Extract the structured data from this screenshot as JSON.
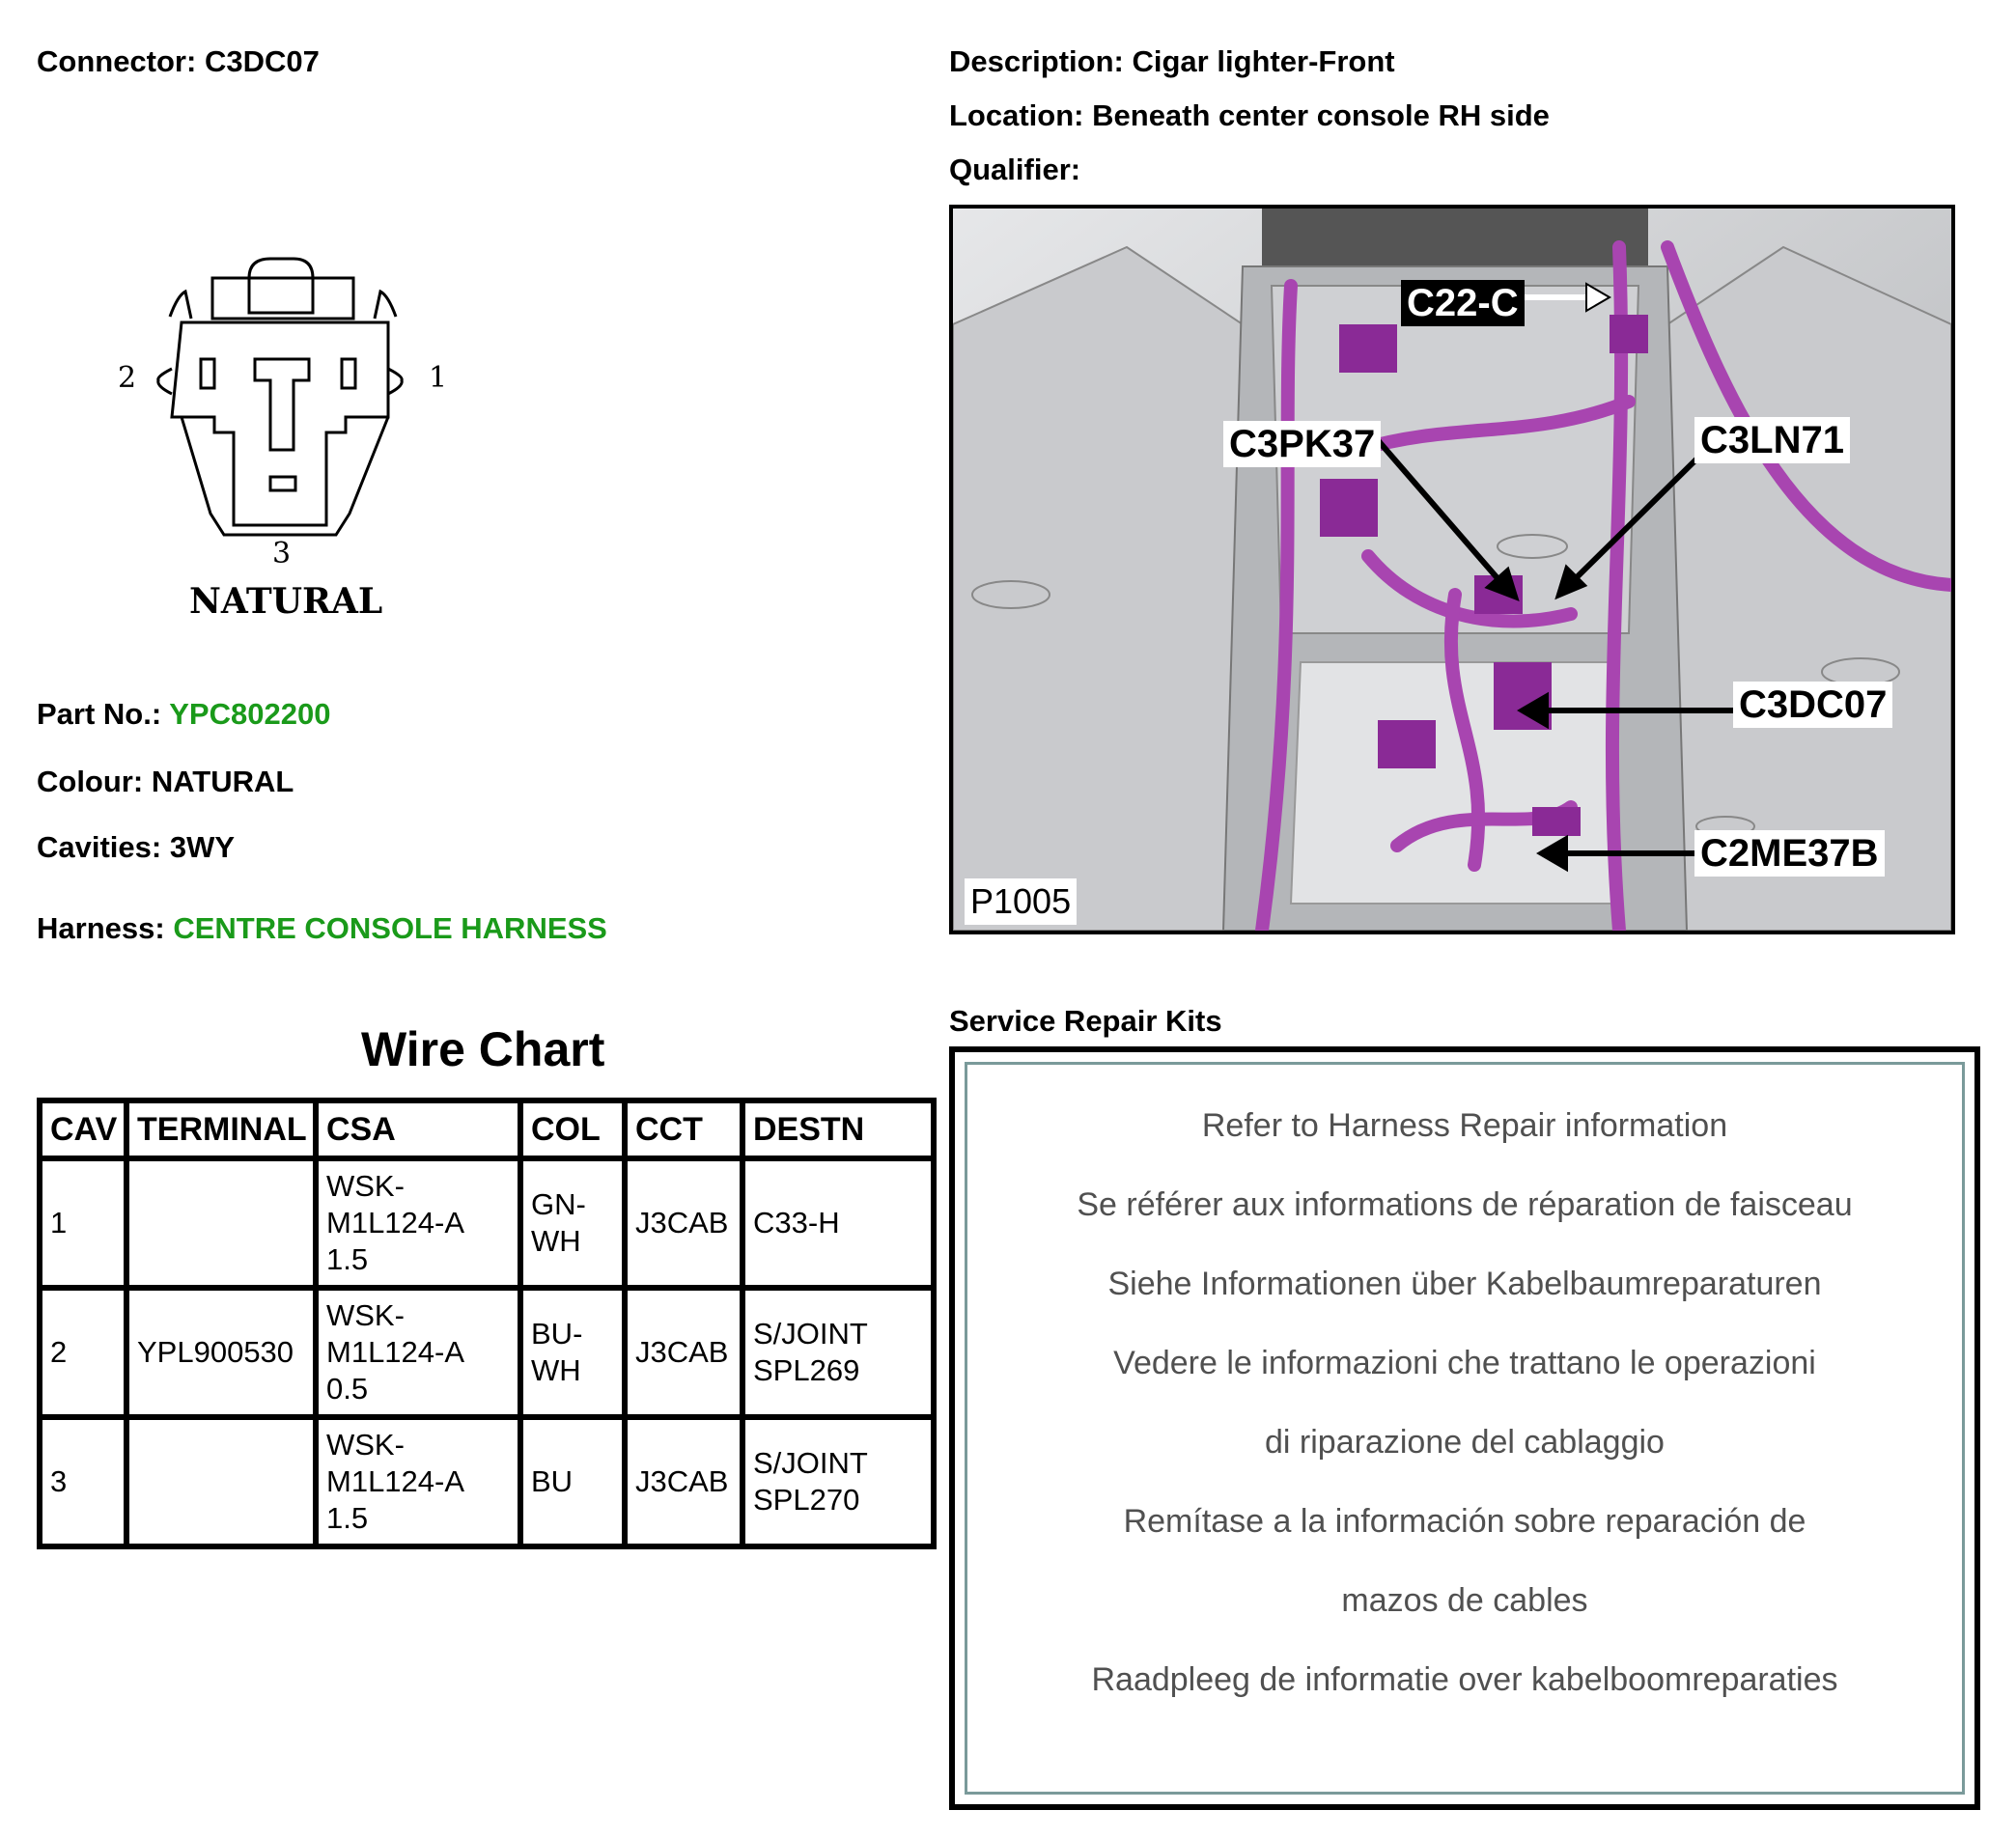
{
  "connector": {
    "label": "Connector:",
    "value": "C3DC07"
  },
  "description": {
    "label": "Description:",
    "value": "Cigar lighter-Front"
  },
  "location": {
    "label": "Location:",
    "value": "Beneath center console RH side"
  },
  "qualifier": {
    "label": "Qualifier:",
    "value": ""
  },
  "diagram": {
    "pin_1": "1",
    "pin_2": "2",
    "pin_3": "3",
    "colour_label": "NATURAL"
  },
  "part_no": {
    "label": "Part No.:",
    "value": "YPC802200"
  },
  "colour": {
    "label": "Colour:",
    "value": "NATURAL"
  },
  "cavities": {
    "label": "Cavities:",
    "value": "3WY"
  },
  "harness": {
    "label": "Harness:",
    "value": "CENTRE CONSOLE HARNESS"
  },
  "wire_chart": {
    "title": "Wire Chart",
    "headers": [
      "CAV",
      "TERMINAL",
      "CSA",
      "COL",
      "CCT",
      "DESTN"
    ],
    "rows": [
      [
        "1",
        "",
        "WSK-\nM1L124-A\n1.5",
        "GN-\nWH",
        "J3CAB",
        "C33-H"
      ],
      [
        "2",
        "YPL900530",
        "WSK-\nM1L124-A\n0.5",
        "BU-\nWH",
        "J3CAB",
        "S/JOINT\nSPL269"
      ],
      [
        "3",
        "",
        "WSK-\nM1L124-A\n1.5",
        "BU",
        "J3CAB",
        "S/JOINT\nSPL270"
      ]
    ]
  },
  "photo": {
    "callouts": {
      "c22c": "C22-C",
      "c3pk37": "C3PK37",
      "c3ln71": "C3LN71",
      "c3dc07": "C3DC07",
      "c2me37b": "C2ME37B"
    },
    "ref": "P1005",
    "harness_color": "#a845b0"
  },
  "service_kits": {
    "title": "Service Repair Kits",
    "lines": [
      "Refer to Harness Repair information",
      "Se référer aux informations de réparation de faisceau",
      "Siehe Informationen über Kabelbaumreparaturen",
      "Vedere le informazioni che trattano le operazioni",
      "di riparazione del cablaggio",
      "Remítase a la información sobre reparación de",
      "mazos de cables",
      "Raadpleeg de informatie over kabelboomreparaties"
    ]
  }
}
